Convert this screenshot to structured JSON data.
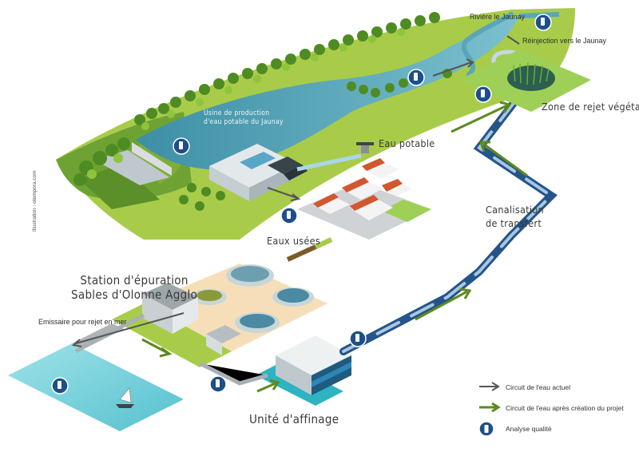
{
  "labels": {
    "riviere": "Rivière le Jaunay",
    "reinjection": "Réinjection vers le Jaunay",
    "usine_line1": "Usine de production",
    "usine_line2": "d'eau potable du Jaunay",
    "eau_potable": "Eau potable",
    "zone_rejet": "Zone de rejet végétalisée",
    "canalisation_line1": "Canalisation",
    "canalisation_line2": "de transfert",
    "eaux_usees": "Eaux usées",
    "station_line1": "Station d'épuration",
    "station_line2": "Sables d'Olonne Agglo",
    "emissaire": "Emissaire pour rejet en mer",
    "unite_affinage": "Unité d'affinage",
    "credit": "Illustration : otempora.com"
  },
  "legend": [
    {
      "icon": "grey-arrow-icon",
      "label": "Circuit de l'eau actuel"
    },
    {
      "icon": "green-arrow-icon",
      "label": "Circuit de l'eau après création du projet"
    },
    {
      "icon": "analysis-icon",
      "label": "Analyse qualité"
    }
  ],
  "colors": {
    "grass_light": "#a8cc4a",
    "grass_dark": "#7fae36",
    "forest": "#5f9a2c",
    "water": "#5aa6b8",
    "sea": "#7fd3dc",
    "pipe": "#1f4f86",
    "pipe_light": "#a9c7df",
    "green_arrow": "#5c8a1e",
    "grey_arrow": "#555555",
    "analysis_badge": "#1e4f8a",
    "station_ground": "#f6dfb8"
  }
}
